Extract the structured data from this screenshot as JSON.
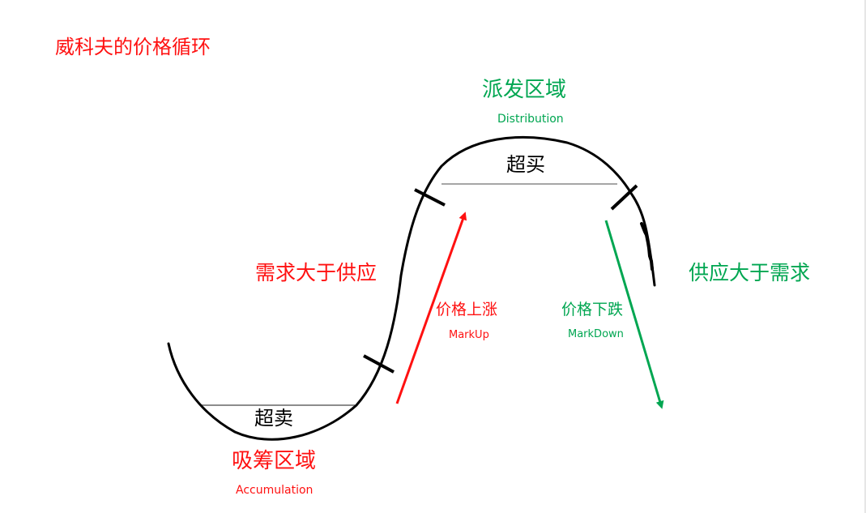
{
  "colors": {
    "red": "#ff1111",
    "green": "#00a651",
    "black": "#000000",
    "gray": "#a6a6a6"
  },
  "title": "威科夫的价格循环",
  "distribution": {
    "label_zh": "派发区域",
    "label_en": "Distribution"
  },
  "overbought": "超买",
  "oversold": "超卖",
  "demand_gt_supply": "需求大于供应",
  "supply_gt_demand": "供应大于需求",
  "markup": {
    "label_zh": "价格上涨",
    "label_en": "MarkUp"
  },
  "markdown": {
    "label_zh": "价格下跌",
    "label_en": "MarkDown"
  },
  "accumulation": {
    "label_zh": "吸筹区域",
    "label_en": "Accumulation"
  }
}
